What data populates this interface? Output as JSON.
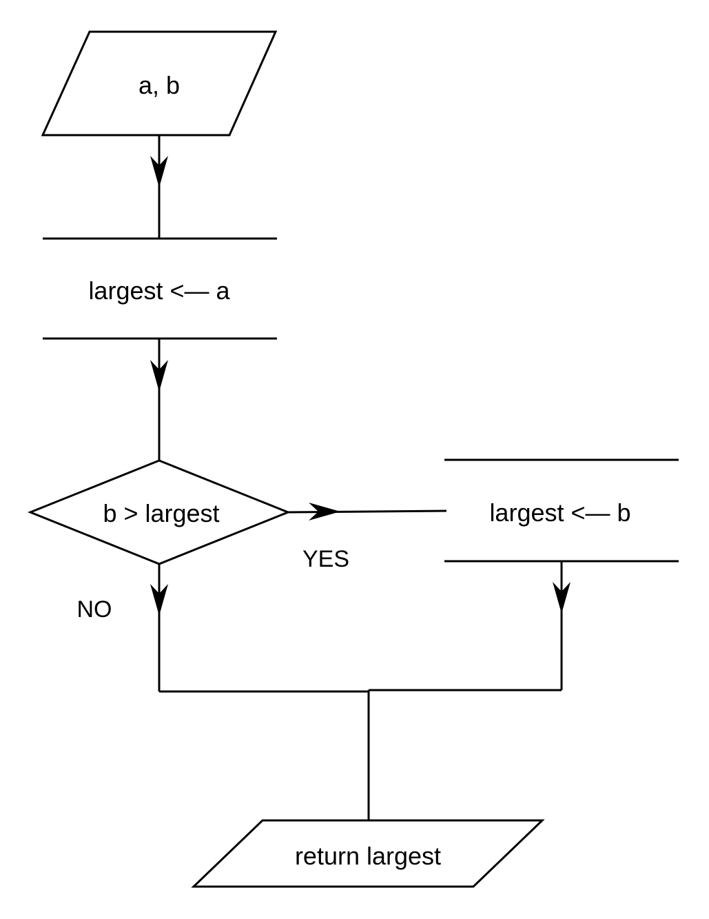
{
  "nodes": {
    "input": {
      "kind": "parallelogram",
      "label": "a, b"
    },
    "assign_a": {
      "kind": "process",
      "label": "largest <— a"
    },
    "decision": {
      "kind": "diamond",
      "label": "b > largest"
    },
    "assign_b": {
      "kind": "process",
      "label": "largest <— b"
    },
    "output": {
      "kind": "parallelogram",
      "label": "return largest"
    }
  },
  "edges": {
    "yes_label": "YES",
    "no_label": "NO"
  },
  "colors": {
    "stroke": "#000000",
    "background": "#ffffff"
  }
}
